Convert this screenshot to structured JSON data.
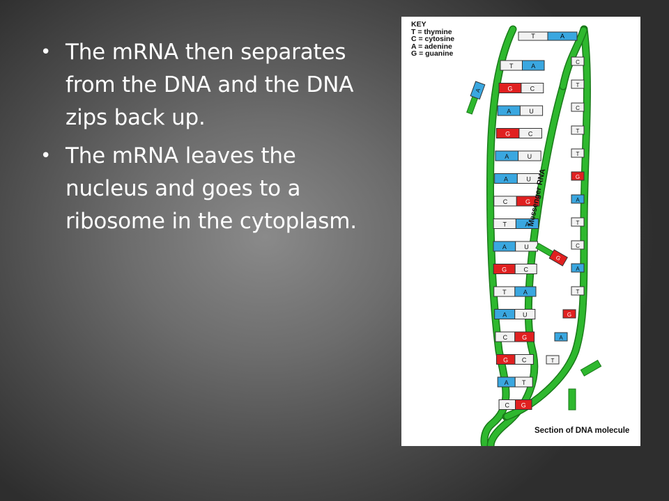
{
  "slide": {
    "bullets": [
      "The mRNA then separates from the DNA and the DNA zips back up.",
      "The mRNA leaves the nucleus and goes to a ribosome in the cytoplasm."
    ]
  },
  "diagram": {
    "key": {
      "title": "KEY",
      "entries": [
        "T = thymine",
        "C = cytosine",
        "A = adenine",
        "G = guanine"
      ]
    },
    "messenger_label": "Messenger RNA",
    "caption": "Section of DNA molecule",
    "colors": {
      "backbone": "#2eb82e",
      "backbone_dark": "#1a7a1a",
      "adenine": "#3aa7e0",
      "guanine": "#e02020",
      "cytosine": "#f2f2f2",
      "thymine": "#f2f2f2",
      "uracil": "#f2f2f2"
    },
    "base_pairs": [
      {
        "left": "T",
        "right": "A"
      },
      {
        "left": "G",
        "right": "C"
      },
      {
        "left": "A",
        "right": "U"
      },
      {
        "left": "G",
        "right": "C"
      },
      {
        "left": "A",
        "right": "U"
      },
      {
        "left": "A",
        "right": "U"
      },
      {
        "left": "C",
        "right": "G"
      },
      {
        "left": "T",
        "right": "A"
      },
      {
        "left": "A",
        "right": "U"
      },
      {
        "left": "G",
        "right": "C"
      },
      {
        "left": "T",
        "right": "A"
      },
      {
        "left": "A",
        "right": "U"
      },
      {
        "left": "C",
        "right": "G"
      },
      {
        "left": "G",
        "right": "C"
      },
      {
        "left": "A",
        "right": "T"
      },
      {
        "left": "C",
        "right": "G"
      }
    ],
    "right_strand_bases": [
      "C",
      "T",
      "C",
      "T",
      "T",
      "G",
      "A",
      "T",
      "C",
      "A",
      "T",
      "G",
      "A",
      "T"
    ],
    "loose_bases": [
      "A",
      "G"
    ]
  }
}
